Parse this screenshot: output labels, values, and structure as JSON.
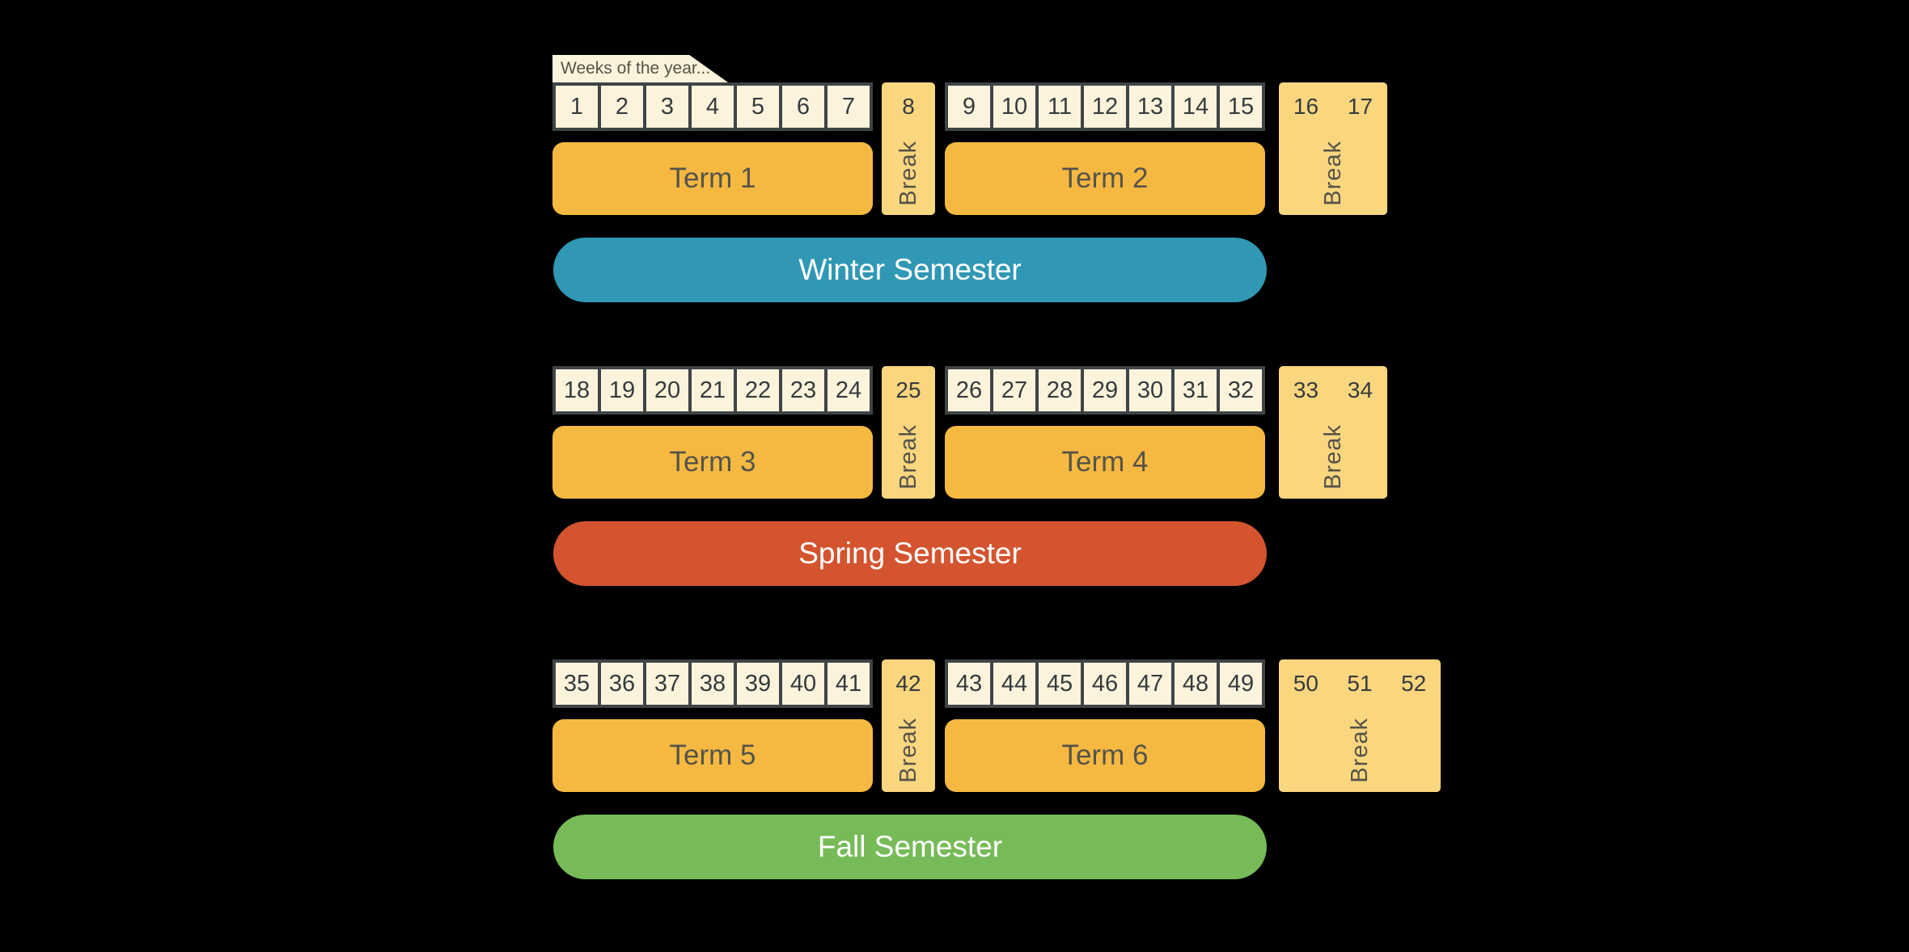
{
  "title_tab": {
    "label": "Weeks of the year..."
  },
  "colors": {
    "background": "#000000",
    "week_cell": "#FCF3DC",
    "cell_border": "#3F4446",
    "term_bar": "#F5B941",
    "break_box": "#FAD67F",
    "winter": "#3098B4",
    "spring": "#D4542F",
    "fall": "#77BB58",
    "text_dark": "#353B3D",
    "text_label": "#55534A",
    "text_light": "#FFFFFF"
  },
  "sections": [
    {
      "semester_label": "Winter Semester",
      "terms": [
        {
          "label": "Term 1",
          "weeks": [
            "1",
            "2",
            "3",
            "4",
            "5",
            "6",
            "7"
          ]
        },
        {
          "label": "Term 2",
          "weeks": [
            "9",
            "10",
            "11",
            "12",
            "13",
            "14",
            "15"
          ]
        }
      ],
      "breaks": [
        {
          "label": "Break",
          "weeks": [
            "8"
          ]
        },
        {
          "label": "Break",
          "weeks": [
            "16",
            "17"
          ]
        }
      ]
    },
    {
      "semester_label": "Spring Semester",
      "terms": [
        {
          "label": "Term 3",
          "weeks": [
            "18",
            "19",
            "20",
            "21",
            "22",
            "23",
            "24"
          ]
        },
        {
          "label": "Term 4",
          "weeks": [
            "26",
            "27",
            "28",
            "29",
            "30",
            "31",
            "32"
          ]
        }
      ],
      "breaks": [
        {
          "label": "Break",
          "weeks": [
            "25"
          ]
        },
        {
          "label": "Break",
          "weeks": [
            "33",
            "34"
          ]
        }
      ]
    },
    {
      "semester_label": "Fall Semester",
      "terms": [
        {
          "label": "Term 5",
          "weeks": [
            "35",
            "36",
            "37",
            "38",
            "39",
            "40",
            "41"
          ]
        },
        {
          "label": "Term 6",
          "weeks": [
            "43",
            "44",
            "45",
            "46",
            "47",
            "48",
            "49"
          ]
        }
      ],
      "breaks": [
        {
          "label": "Break",
          "weeks": [
            "42"
          ]
        },
        {
          "label": "Break",
          "weeks": [
            "50",
            "51",
            "52"
          ]
        }
      ]
    }
  ]
}
